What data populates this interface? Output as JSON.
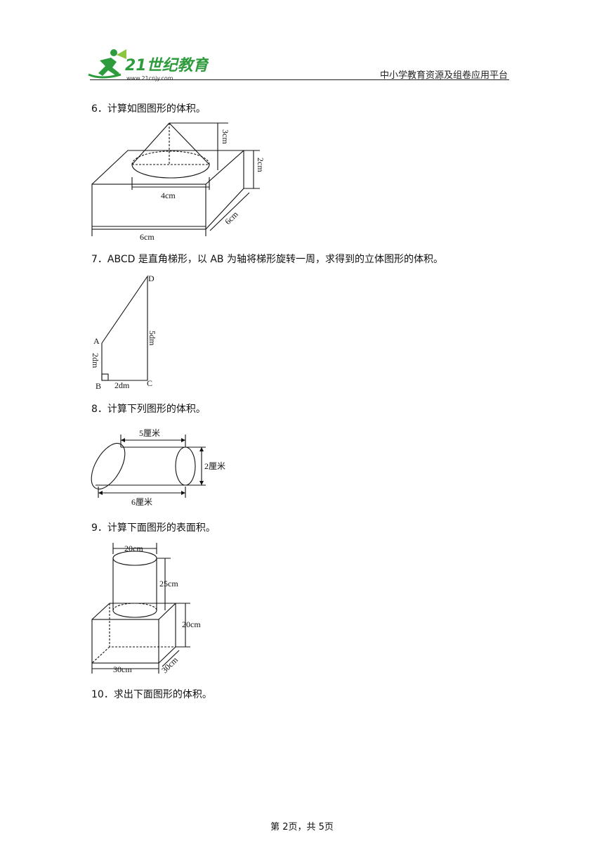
{
  "header": {
    "logo_main": "21世纪教育",
    "logo_url": "www.21cnjy.com",
    "platform": "中小学教育资源及组卷应用平台"
  },
  "questions": [
    {
      "no": "6．",
      "text": "计算如图图形的体积。",
      "figure": {
        "cone_height": "3cm",
        "box_height": "2cm",
        "cone_diameter": "4cm",
        "box_depth": "6cm",
        "box_length": "6cm"
      }
    },
    {
      "no": "7．",
      "text": "ABCD 是直角梯形，以 AB 为轴将梯形旋转一周，求得到的立体图形的体积。",
      "figure": {
        "A": "A",
        "B": "B",
        "C": "C",
        "D": "D",
        "ab": "2dm",
        "bc": "2dm",
        "cd": "5dm"
      }
    },
    {
      "no": "8．",
      "text": "计算下列图形的体积。",
      "figure": {
        "top_length": "5厘米",
        "bottom_length": "6厘米",
        "diameter": "2厘米"
      }
    },
    {
      "no": "9．",
      "text": "计算下面图形的表面积。",
      "figure": {
        "cyl_diameter": "20cm",
        "cyl_height": "25cm",
        "box_height": "20cm",
        "box_length": "30cm",
        "box_depth": "30cm"
      }
    },
    {
      "no": "10．",
      "text": "求出下面图形的体积。"
    }
  ],
  "footer": {
    "page": "第 2页，共 5页"
  }
}
